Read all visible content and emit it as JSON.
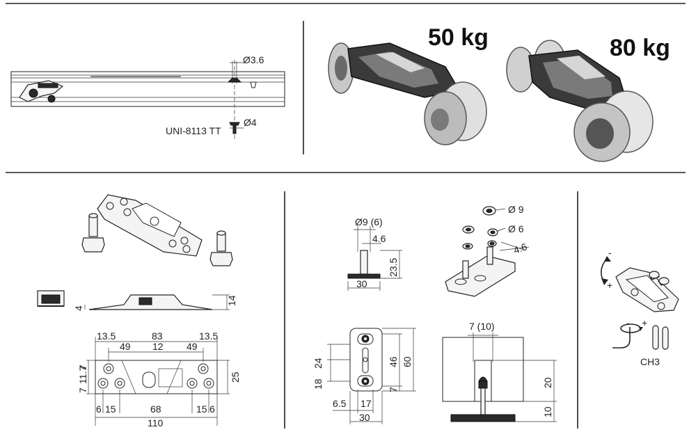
{
  "top_left": {
    "dim_top": "Ø3.6",
    "dim_bottom": "Ø4",
    "screw_label": "UNI-8113 TT"
  },
  "weights": {
    "small": "50 kg",
    "large": "80 kg"
  },
  "plate_front": {
    "h_left": "4",
    "h_right": "14"
  },
  "plate_top": {
    "d_13_5_l": "13.5",
    "d_83": "83",
    "d_13_5_r": "13.5",
    "d_49_l": "49",
    "d_12": "12",
    "d_49_r": "49",
    "d_7a": "7",
    "d_11_7": "11.7",
    "d_7b": "7",
    "d_25": "25",
    "d_6_l": "6",
    "d_15_l": "15",
    "d_68": "68",
    "d_15_r": "15",
    "d_6_r": "6",
    "d_110": "110"
  },
  "pin_side": {
    "d_dia": "Ø9 (6)",
    "d_46": "4.6",
    "d_235": "23.5",
    "d_30": "30"
  },
  "washers": {
    "d_9": "Ø 9",
    "d_6": "Ø 6",
    "d_46": "4.6"
  },
  "base_top": {
    "d_24": "24",
    "d_18": "18",
    "d_46": "46",
    "d_60": "60",
    "d_7": "7",
    "d_6_5": "6.5",
    "d_17": "17",
    "d_30": "30"
  },
  "section": {
    "d_7_10": "7 (10)",
    "d_20": "20",
    "d_10": "10"
  },
  "adjust": {
    "minus_a": "-",
    "plus_a": "+",
    "minus_b": "-",
    "plus_b": "+",
    "tool": "CH3"
  }
}
